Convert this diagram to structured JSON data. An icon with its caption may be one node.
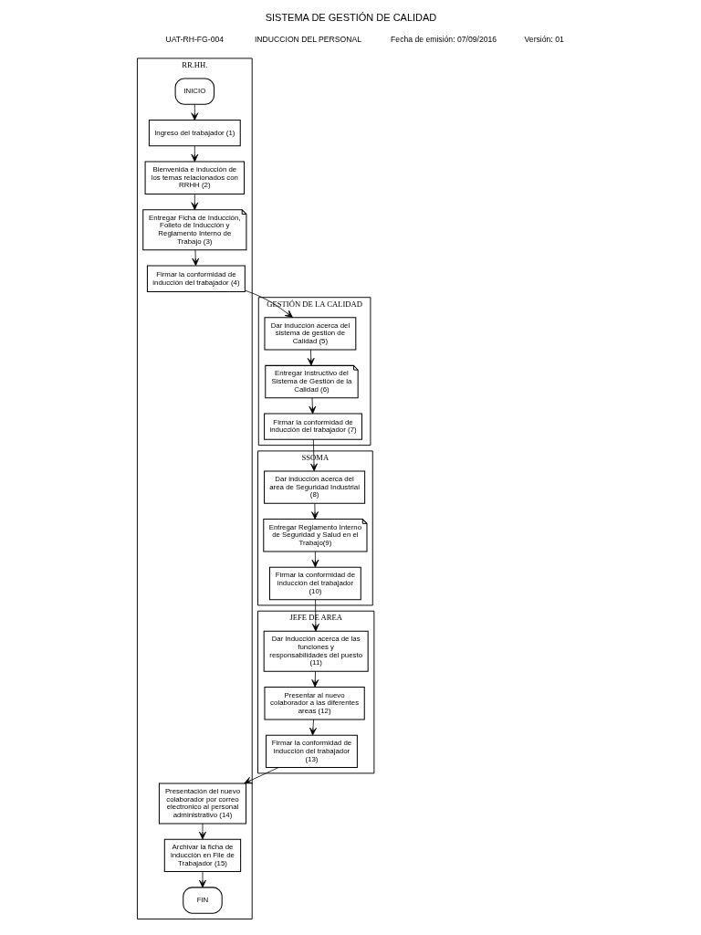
{
  "diagram": {
    "title": "SISTEMA DE GESTIÓN DE CALIDAD",
    "nodes": [
      {
        "text": [
          "RR.HH."
        ]
      },
      {
        "text": [
          "GESTIÓN DE LA CALIDAD"
        ]
      },
      {
        "text": [
          "SSOMA"
        ]
      },
      {
        "text": [
          "JEFE DE AREA"
        ]
      },
      {
        "text": [
          "INICIO"
        ],
        "in": 0
      },
      {
        "text": [
          "Ingreso del trabajador (1)"
        ],
        "in": 0
      },
      {
        "text": [
          "Bienvenida e inducción de los temas relacionados con RRHH (2)"
        ],
        "in": 0
      },
      {
        "text": [
          "Entregar Ficha de Inducción, Folleto de Inducción y Reglamento Interno de Trabajo (3)"
        ],
        "in": 0
      },
      {
        "text": [
          "Firmar la conformidad de inducción del trabajador (4)"
        ],
        "in": 0
      },
      {
        "text": [
          "Dar inducción acerca del sistema de gestion de Calidad (5)"
        ],
        "in": 1
      },
      {
        "text": [
          "Entregar Instructivo del Sistema de Gestión de la Calidad (6)"
        ],
        "in": 1
      },
      {
        "text": [
          "Firmar la conformidad de inducción del trabajador (7)"
        ],
        "in": 1
      },
      {
        "text": [
          "Dar inducción acerca del area de Seguridad Industrial (8)"
        ],
        "in": 2
      },
      {
        "text": [
          "Entregar Reglamento Interno de Seguridad y Salud en el Trabajo(9)"
        ],
        "in": 2
      },
      {
        "text": [
          "Firmar la conformidad de inducción del trabajador (10)"
        ],
        "in": 2
      },
      {
        "text": [
          "Dar inducción acerca de las funciones y responsabilidades del puesto (11)"
        ],
        "in": 3
      },
      {
        "text": [
          "Presentar al nuevo colaborador a las diferentes areas (12)"
        ],
        "in": 3
      },
      {
        "text": [
          "Firmar la conformidad de inducción del trabajador (13)"
        ],
        "in": 3
      },
      {
        "text": [
          "Presentación del nuevo colaborador por correo electronico al personal administrativo (14)"
        ],
        "in": 0
      },
      {
        "text": [
          "Archivar la ficha de inducción en File de Trabajador (15)"
        ],
        "in": 0
      },
      {
        "text": [
          "FIN"
        ],
        "in": 0
      }
    ],
    "edges": [
      {
        "from": 4,
        "to": 5,
        "arrow": "to"
      },
      {
        "from": 5,
        "to": 6,
        "arrow": "to"
      },
      {
        "from": 6,
        "to": 7,
        "arrow": "to"
      },
      {
        "from": 7,
        "to": 8,
        "arrow": "to"
      },
      {
        "from": 8,
        "to": 9,
        "arrow": "to"
      },
      {
        "from": 9,
        "to": 10,
        "arrow": "to"
      },
      {
        "from": 10,
        "to": 11,
        "arrow": "to"
      },
      {
        "from": 11,
        "to": 12,
        "arrow": "to"
      },
      {
        "from": 12,
        "to": 13,
        "arrow": "to"
      },
      {
        "from": 13,
        "to": 14,
        "arrow": "to"
      },
      {
        "from": 14,
        "to": 15,
        "arrow": "to"
      },
      {
        "from": 15,
        "to": 16,
        "arrow": "to"
      },
      {
        "from": 16,
        "to": 17,
        "arrow": "to"
      },
      {
        "from": 17,
        "to": 18,
        "arrow": "to"
      },
      {
        "from": 18,
        "to": 19,
        "arrow": "to"
      },
      {
        "from": 19,
        "to": 20,
        "arrow": "to"
      }
    ],
    "labels": [
      "UAT-RH-FG-004",
      "INDUCCION DEL PERSONAL",
      "Fecha de emisión: 07/09/2016",
      "Versión: 01"
    ]
  }
}
